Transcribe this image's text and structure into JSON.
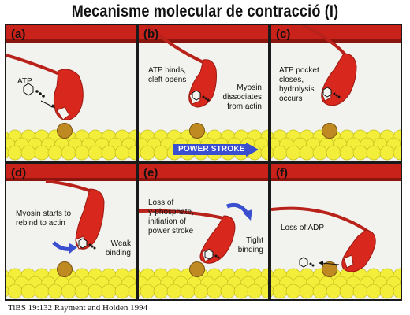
{
  "title": "Mecanisme molecular de contracció (I)",
  "citation": "TiBS 19:132 Rayment and Holden 1994",
  "power_stroke": "POWER STROKE",
  "colors": {
    "actin": "#f2ee3a",
    "myosin": "#d8281e",
    "thick_filament": "#c8221a",
    "background": "#f2f2ee",
    "bound_actin": "#c08a22",
    "arrow": "#3a4fd0"
  },
  "panels": [
    {
      "label": "(a)",
      "texts": [
        "ATP"
      ]
    },
    {
      "label": "(b)",
      "texts": [
        "ATP binds,",
        "cleft opens",
        "Myosin",
        "dissociates",
        "from actin"
      ]
    },
    {
      "label": "(c)",
      "texts": [
        "ATP pocket",
        "closes,",
        "hydrolysis",
        "occurs"
      ]
    },
    {
      "label": "(d)",
      "texts": [
        "Myosin starts to",
        "rebind to actin",
        "Weak",
        "binding"
      ]
    },
    {
      "label": "(e)",
      "texts": [
        "Loss of",
        "γ-phosphate,",
        "initiation of",
        "power stroke",
        "Tight",
        "binding"
      ]
    },
    {
      "label": "(f)",
      "texts": [
        "Loss of ADP"
      ]
    }
  ]
}
